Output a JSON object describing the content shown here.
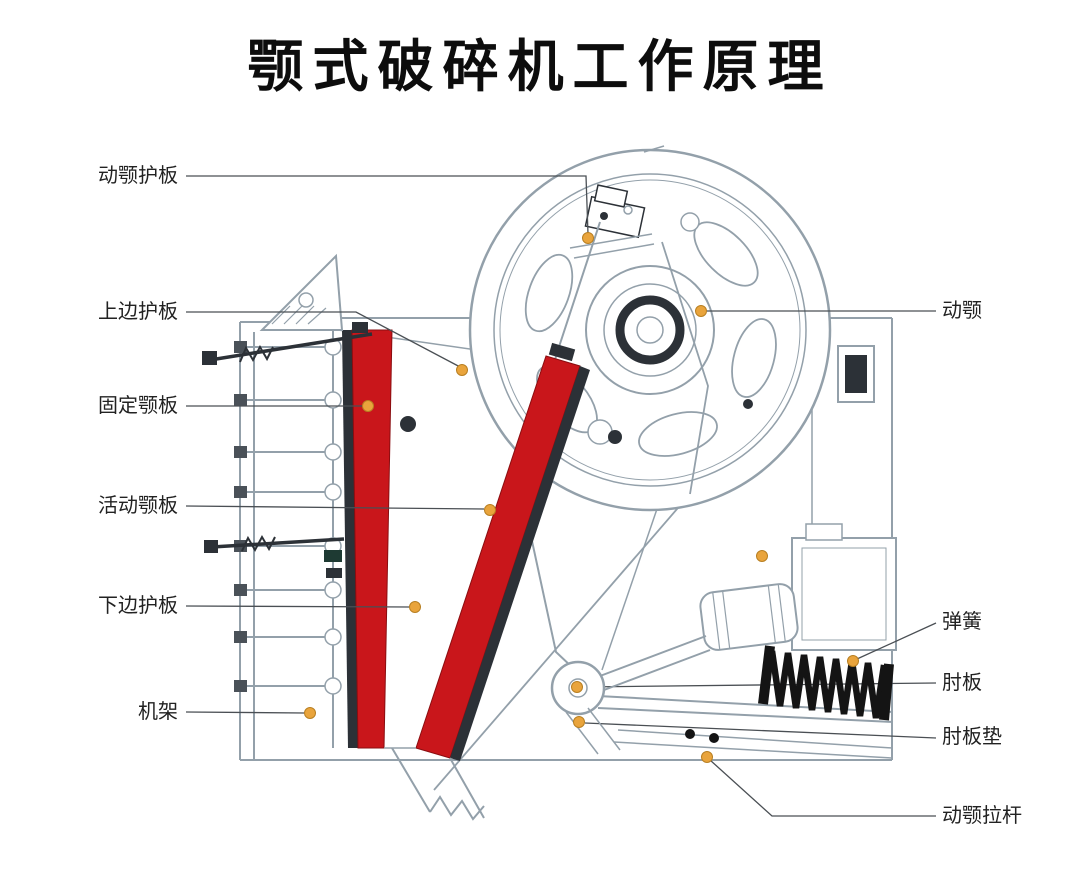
{
  "title": "颚式破碎机工作原理",
  "labels": {
    "left": [
      {
        "id": "movable-jaw-guard-plate",
        "text": "动颚护板"
      },
      {
        "id": "upper-side-guard-plate",
        "text": "上边护板"
      },
      {
        "id": "fixed-jaw-plate",
        "text": "固定颚板"
      },
      {
        "id": "movable-jaw-plate",
        "text": "活动颚板"
      },
      {
        "id": "lower-side-guard-plate",
        "text": "下边护板"
      },
      {
        "id": "frame",
        "text": "机架"
      }
    ],
    "right": [
      {
        "id": "movable-jaw",
        "text": "动颚"
      },
      {
        "id": "spring",
        "text": "弹簧"
      },
      {
        "id": "toggle-plate",
        "text": "肘板"
      },
      {
        "id": "toggle-plate-seat",
        "text": "肘板垫"
      },
      {
        "id": "movable-jaw-tension-rod",
        "text": "动颚拉杆"
      }
    ]
  },
  "colors": {
    "jaw_plate": "#c9161b",
    "jaw_plate_dark": "#8a0d10",
    "marker": "#e9a43c",
    "line": "#93a0aa",
    "dark": "#2c3137",
    "spring": "#141414",
    "leader": "#4a4f54",
    "nut": "#4a5158",
    "accent_block": "#1e3a33",
    "text": "#222222",
    "title": "#0d0d0d"
  }
}
